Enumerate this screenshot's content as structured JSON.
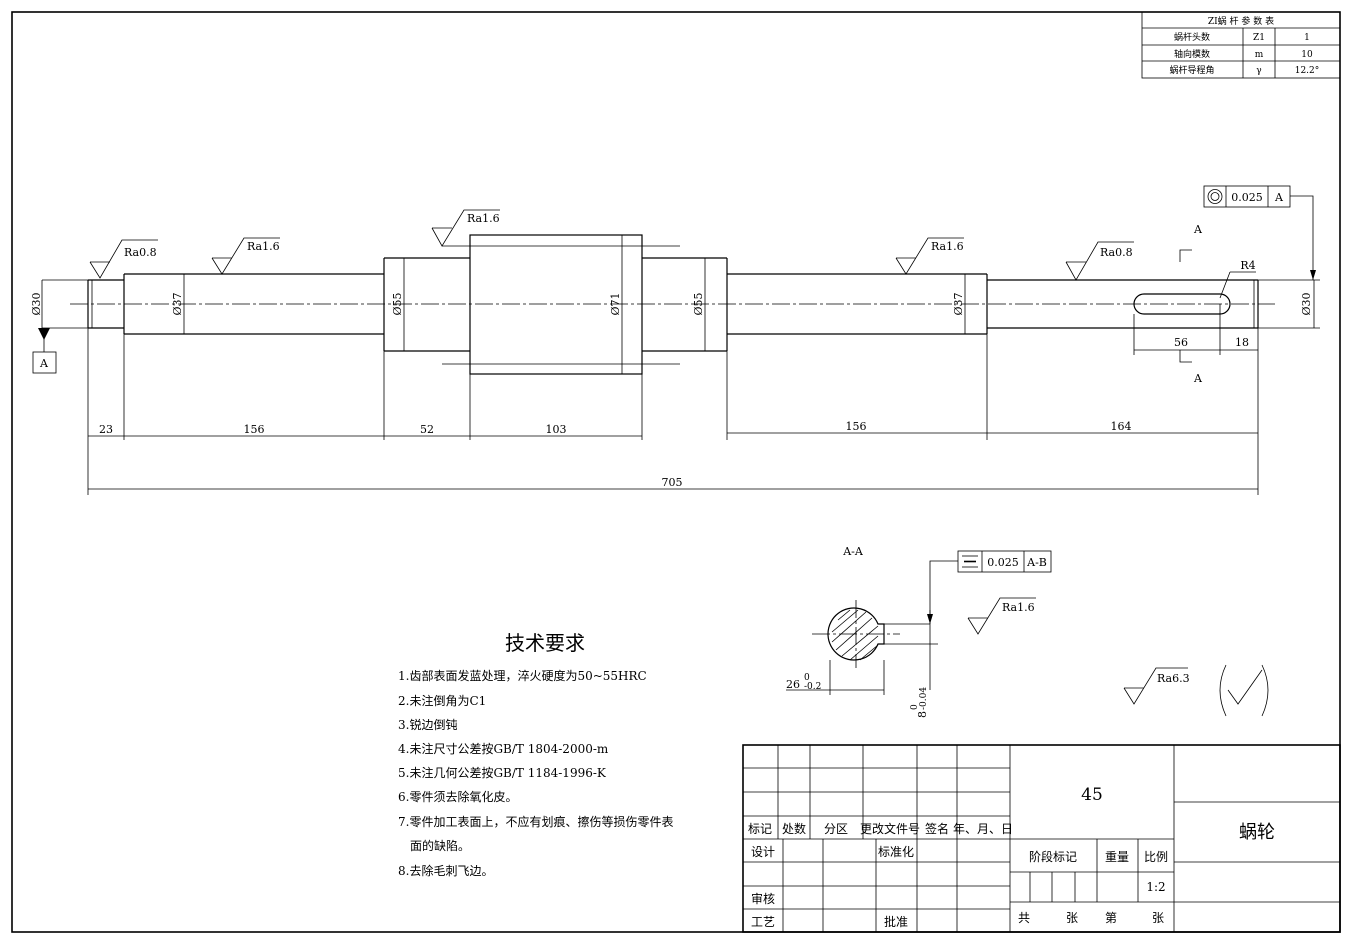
{
  "param_table": {
    "title": "ZI蜗 杆 参 数 表",
    "rows": [
      {
        "name": "蜗杆头数",
        "symbol": "Z1",
        "value": "1"
      },
      {
        "name": "轴向模数",
        "symbol": "m",
        "value": "10"
      },
      {
        "name": "蜗杆导程角",
        "symbol": "γ",
        "value": "12.2°"
      }
    ]
  },
  "dimensions": {
    "dia_left_end": "Ø30",
    "dia_37_left": "Ø37",
    "dia_55_left": "Ø55",
    "dia_71": "Ø71",
    "dia_55_right": "Ø55",
    "dia_37_right": "Ø37",
    "dia_right_end": "Ø30",
    "len_23": "23",
    "len_156_left": "156",
    "len_52": "52",
    "len_103": "103",
    "len_156_right": "156",
    "len_164": "164",
    "len_705": "705",
    "keyway_56": "56",
    "keyway_18": "18",
    "radius_r4": "R4",
    "section_26": "26",
    "section_26_tol_up": "0",
    "section_26_tol_low": "-0.2",
    "section_8": "8",
    "section_8_tol_up": "0",
    "section_8_tol_low": "-0.04"
  },
  "roughness": {
    "ra_left_end": "Ra0.8",
    "ra_left_shaft": "Ra1.6",
    "ra_worm": "Ra1.6",
    "ra_right_shaft": "Ra1.6",
    "ra_right_end": "Ra0.8",
    "ra_section": "Ra1.6",
    "ra_general": "Ra6.3"
  },
  "tolerance_frames": {
    "coaxiality": {
      "value": "0.025",
      "datum": "A"
    },
    "symmetry": {
      "value": "0.025",
      "datum": "A-B"
    }
  },
  "datum_label": "A",
  "section_marks": {
    "top": "A",
    "bottom": "A",
    "view_title": "A-A"
  },
  "tech_requirements": {
    "title": "技术要求",
    "items": [
      "1.齿部表面发蓝处理，淬火硬度为50~55HRC",
      "2.未注倒角为C1",
      "3.锐边倒钝",
      "4.未注尺寸公差按GB/T 1804-2000-m",
      "5.未注几何公差按GB/T 1184-1996-K",
      "6.零件须去除氧化皮。",
      "7.零件加工表面上，不应有划痕、擦伤等损伤零件表",
      "面的缺陷。",
      "8.去除毛刺飞边。"
    ]
  },
  "title_block": {
    "material": "45",
    "part_name": "蜗轮",
    "headers": [
      "标记",
      "处数",
      "分区",
      "更改文件号",
      "签名",
      "年、月、日"
    ],
    "design": "设计",
    "standardize": "标准化",
    "review": "审核",
    "process": "工艺",
    "approve": "批准",
    "stage_mark": "阶段标记",
    "weight": "重量",
    "scale_label": "比例",
    "scale_value": "1:2",
    "total": "共",
    "sheets": "张",
    "page": "第",
    "page_sheets": "张"
  }
}
